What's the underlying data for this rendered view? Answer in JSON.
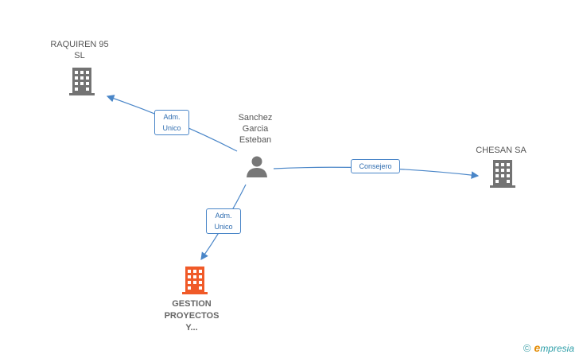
{
  "nodes": {
    "raquiren": {
      "name": "RAQUIREN 95 SL",
      "line1": "RAQUIREN 95",
      "line2": "SL",
      "color": "#737373"
    },
    "chesan": {
      "name": "CHESAN SA",
      "color": "#737373"
    },
    "person": {
      "line1": "Sanchez",
      "line2": "Garcia",
      "line3": "Esteban",
      "color": "#777777"
    },
    "gestion": {
      "line1": "GESTION",
      "line2": "PROYECTOS",
      "line3": "Y...",
      "color": "#f05a28"
    }
  },
  "edges": {
    "to_raquiren": {
      "line1": "Adm.",
      "line2": "Unico"
    },
    "to_gestion": {
      "line1": "Adm.",
      "line2": "Unico"
    },
    "to_chesan": {
      "label": "Consejero"
    }
  },
  "footer": {
    "copyright": "©",
    "brand_first": "e",
    "brand_rest": "mpresia"
  },
  "colors": {
    "edge": "#4a86c8",
    "building": "#737373",
    "highlight": "#f05a28"
  }
}
